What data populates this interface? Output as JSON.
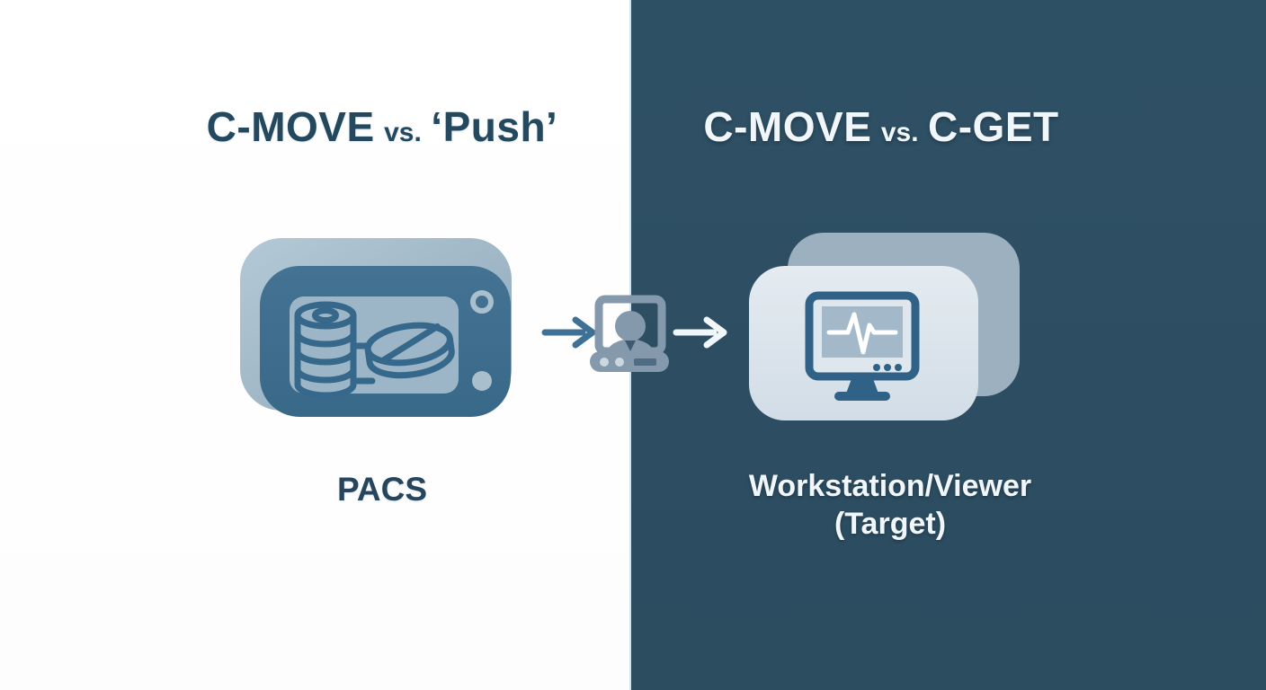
{
  "diagram": {
    "left_panel": {
      "title_main": "C-MOVE",
      "title_vs": "vs.",
      "title_alt": "‘Push’",
      "device_label": "PACS",
      "icon": "pacs-archive-icon",
      "background": "#ffffff"
    },
    "right_panel": {
      "title_main": "C-MOVE",
      "title_vs": "vs.",
      "title_alt": "C-GET",
      "device_label_line1": "Workstation/Viewer",
      "device_label_line2": "(Target)",
      "icon": "workstation-monitor-icon",
      "background": "#2d4e63"
    },
    "middle": {
      "icon": "user-at-workstation-icon",
      "arrows": [
        "arrow-right-icon",
        "arrow-right-icon"
      ]
    },
    "colors": {
      "title_dark": "#24495f",
      "title_light": "#f0f6f9",
      "arrow_blue": "#3f7096",
      "arrow_white": "#f0f6f9",
      "icon_steel": "#8599ac",
      "pacs_body": "#3e6d8e",
      "pacs_back": "#a5bccc",
      "pacs_screen": "#9db6c7",
      "ws_front_card": "#dfe7ee",
      "ws_back_card": "#9db0c0",
      "monitor_frame": "#2f6286"
    }
  }
}
